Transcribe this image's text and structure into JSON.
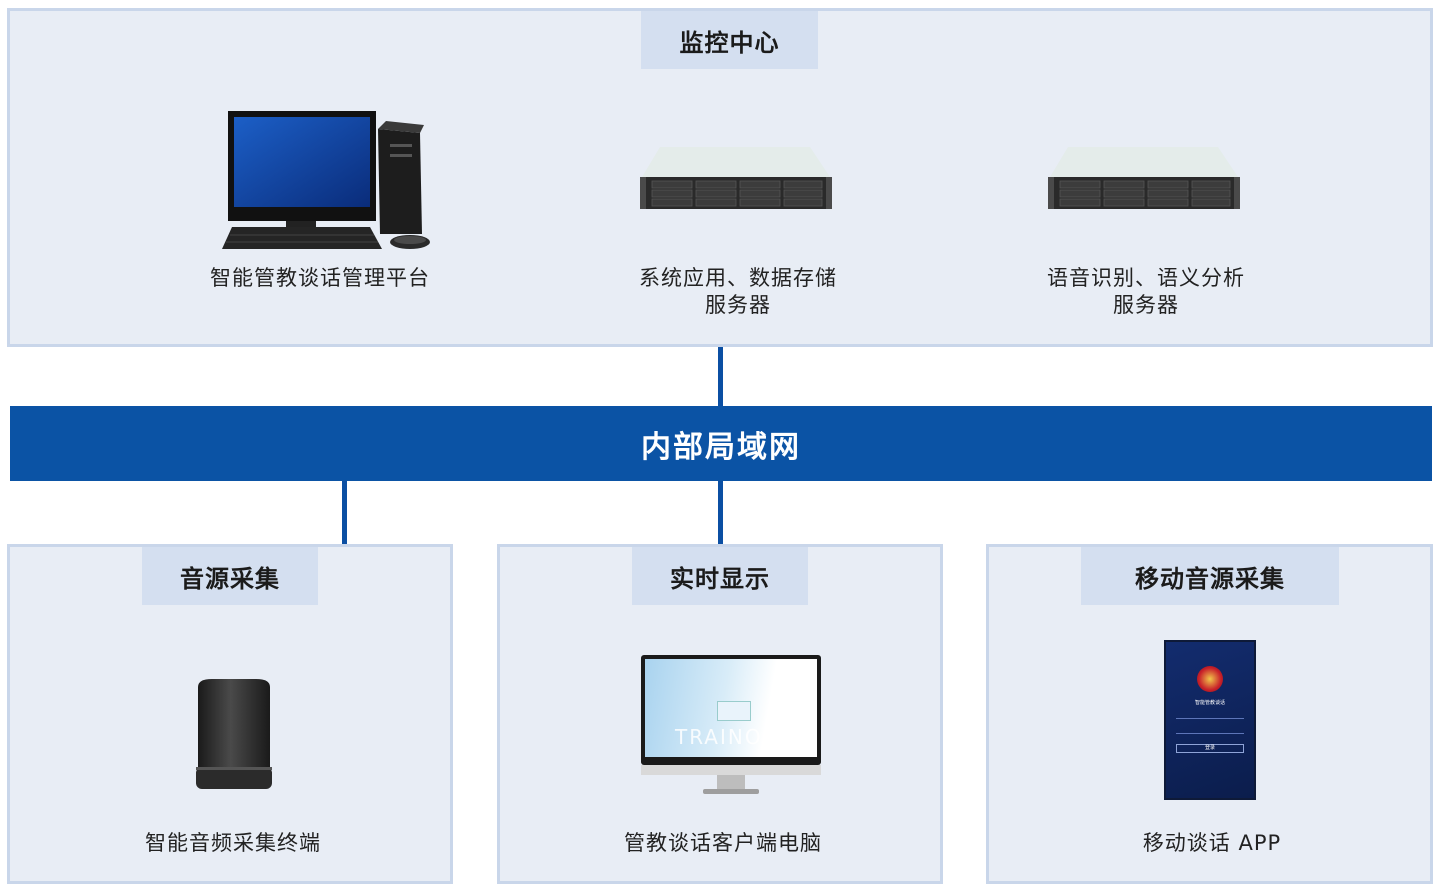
{
  "monitor_center": {
    "title": "监控中心",
    "devices": [
      {
        "icon": "desktop-pc-icon",
        "caption": "智能管教谈话管理平台"
      },
      {
        "icon": "rack-server-icon",
        "caption_line1": "系统应用、数据存储",
        "caption_line2": "服务器"
      },
      {
        "icon": "rack-server-icon",
        "caption_line1": "语音识别、语义分析",
        "caption_line2": "服务器"
      }
    ]
  },
  "network": {
    "label": "内部局域网"
  },
  "audio_capture": {
    "title": "音源采集",
    "device_caption": "智能音频采集终端",
    "icon": "smart-speaker-icon"
  },
  "realtime_display": {
    "title": "实时显示",
    "device_caption": "管教谈话客户端电脑",
    "icon": "all-in-one-monitor-icon",
    "screen_watermark": "TRAINO"
  },
  "mobile_capture": {
    "title": "移动音源采集",
    "device_caption": "移动谈话 APP",
    "icon": "smartphone-icon",
    "phone_app_title": "智能管教谈话",
    "phone_login_label": "登录"
  },
  "colors": {
    "panel_bg": "#e8edf5",
    "title_bg": "#d4dff0",
    "lan_blue": "#0b53a5"
  }
}
